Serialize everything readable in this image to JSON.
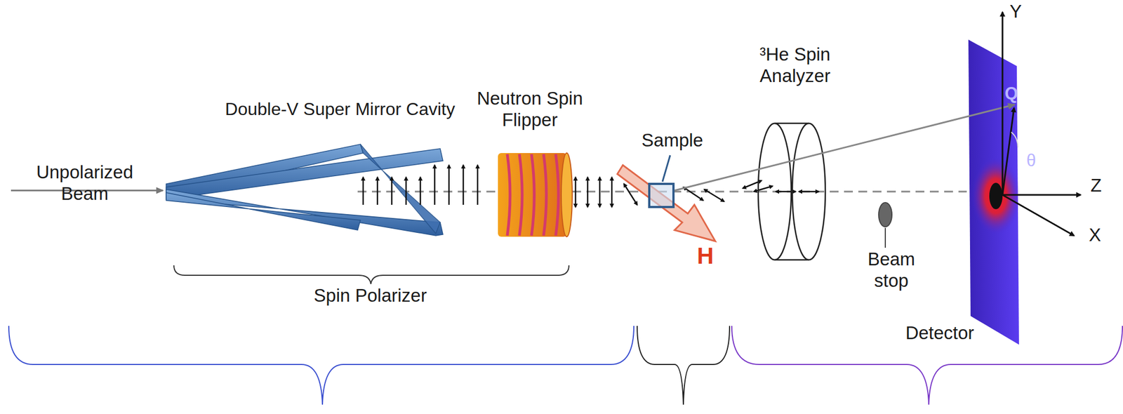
{
  "diagram": {
    "labels": [
      "Unpolarized Beam",
      "Double-V Super Mirror Cavity",
      "Neutron Spin Flipper",
      "Sample",
      "³He Spin Analyzer",
      "Y",
      "Q",
      "θ",
      "Z",
      "X",
      "H",
      "Beam stop",
      "Spin Polarizer",
      "Detector"
    ]
  }
}
